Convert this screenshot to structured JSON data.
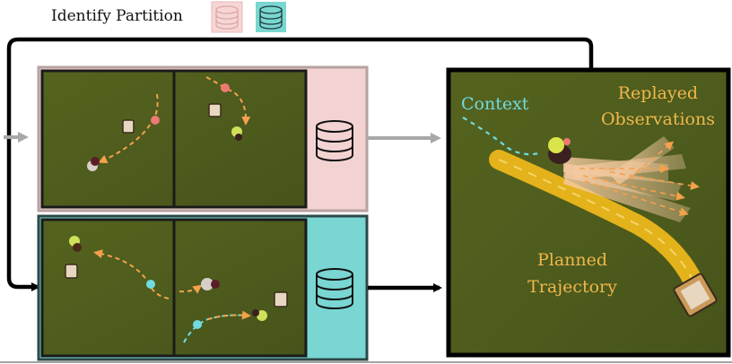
{
  "header": {
    "title": "Identify Partition"
  },
  "right_panel": {
    "context_label": "Context",
    "replayed_label_line1": "Replayed",
    "replayed_label_line2": "Observations",
    "planned_label_line1": "Planned",
    "planned_label_line2": "Trajectory"
  },
  "colors": {
    "pink_partition": "#f3d3d2",
    "pink_border": "#b7a2a2",
    "teal_partition": "#79d6d2",
    "teal_border": "#2c4848",
    "field_green": "#4d5a1e",
    "path_orange": "#f5a14c",
    "context_cyan": "#6fdbe0",
    "trajectory_yellow": "#e4b21a",
    "label_yellow": "#f0b84a"
  },
  "icons": [
    "database-icon-pink",
    "database-icon-teal",
    "database-icon-top",
    "database-icon-bottom"
  ]
}
